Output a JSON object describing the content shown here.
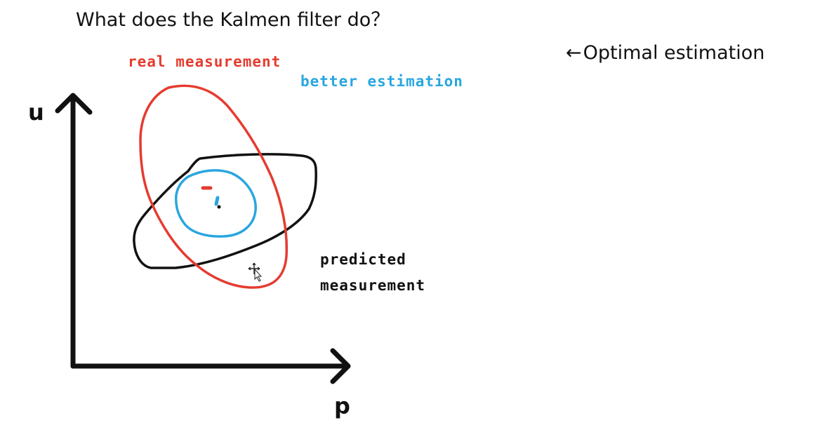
{
  "slide": {
    "title": "What does the Kalmen filter do？",
    "note": "Optimal estimation",
    "note_arrow": "←"
  },
  "labels": {
    "real_measurement": "real measurement",
    "better_estimation": "better estimation",
    "predicted_line1": "predicted",
    "predicted_line2": "measurement"
  },
  "axes": {
    "vertical": "u",
    "horizontal": "p"
  },
  "colors": {
    "real": "#e53b2f",
    "better": "#2aa6e0",
    "predicted": "#111111",
    "axes": "#111111"
  },
  "icons": [
    "move-cursor-icon"
  ]
}
